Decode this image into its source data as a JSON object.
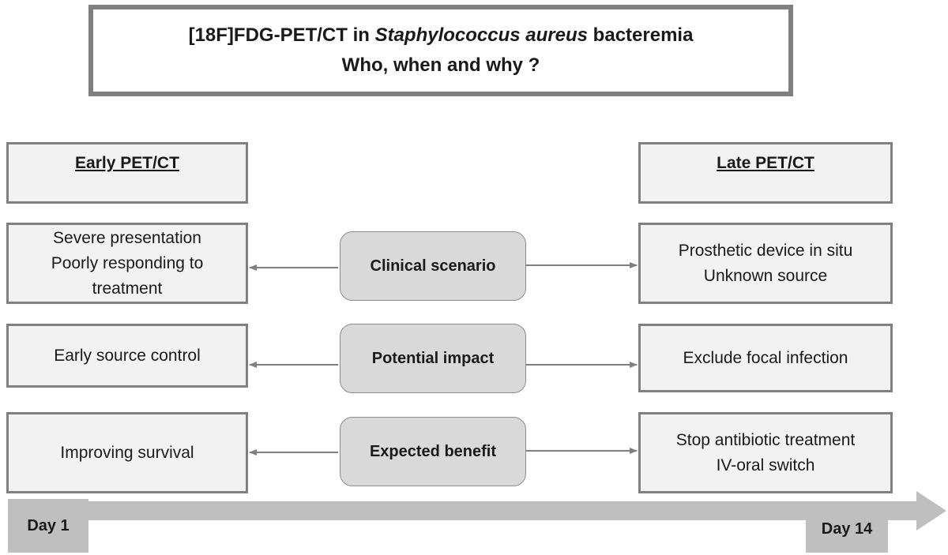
{
  "title": {
    "line1_prefix": "[18F]FDG-PET/CT in ",
    "line1_italic": "Staphylococcus aureus",
    "line1_suffix": " bacteremia",
    "line2": "Who, when and why ?"
  },
  "headers": {
    "early": "Early PET/CT",
    "late": "Late PET/CT"
  },
  "rows": [
    {
      "center": "Clinical scenario",
      "early": [
        "Severe presentation",
        "Poorly responding to",
        "treatment"
      ],
      "late": [
        "Prosthetic device in situ",
        "Unknown source"
      ]
    },
    {
      "center": "Potential impact",
      "early": [
        "Early source control"
      ],
      "late": [
        "Exclude focal infection"
      ]
    },
    {
      "center": "Expected benefit",
      "early": [
        "Improving survival"
      ],
      "late": [
        "Stop antibiotic treatment",
        "IV-oral switch"
      ]
    }
  ],
  "timeline": {
    "start": "Day 1",
    "end": "Day 14"
  },
  "colors": {
    "border": "#808080",
    "box_fill": "#f2f2f2",
    "center_fill": "#d9d9d9",
    "timeline": "#bfbfbf",
    "arrow": "#7f7f7f"
  }
}
